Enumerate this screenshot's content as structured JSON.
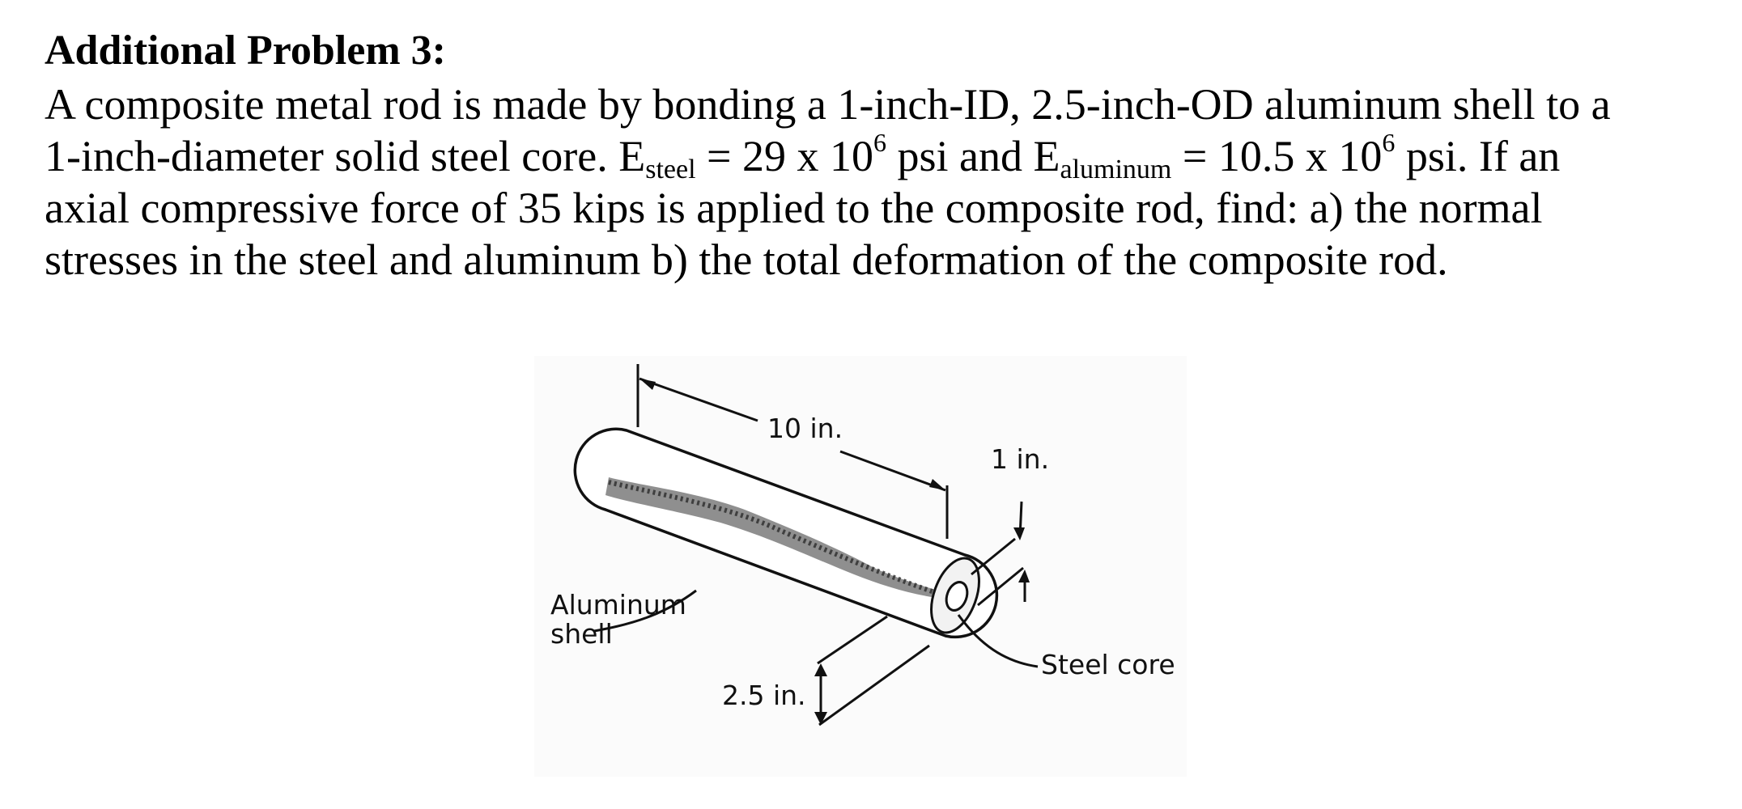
{
  "problem": {
    "title": "Additional Problem 3:",
    "line1": "A composite metal rod is made by bonding a 1-inch-ID, 2.5-inch-OD aluminum shell to a",
    "line2_a": "1-inch-diameter solid steel core.  E",
    "line2_sub1": "steel",
    "line2_b": " = 29 x 10",
    "line2_sup1": "6",
    "line2_c": " psi and E",
    "line2_sub2": "aluminum",
    "line2_d": " = 10.5 x 10",
    "line2_sup2": "6",
    "line2_e": " psi.   If an",
    "line3": "axial compressive force of 35 kips is applied to the composite rod, find:  a) the normal",
    "line4": "stresses in the steel and aluminum  b) the total deformation of the composite rod."
  },
  "figure": {
    "length_label": "10 in.",
    "core_diameter_label": "1 in.",
    "shell_label_line1": "Aluminum",
    "shell_label_line2": "shell",
    "core_label": "Steel core",
    "outer_diameter_label": "2.5 in."
  }
}
